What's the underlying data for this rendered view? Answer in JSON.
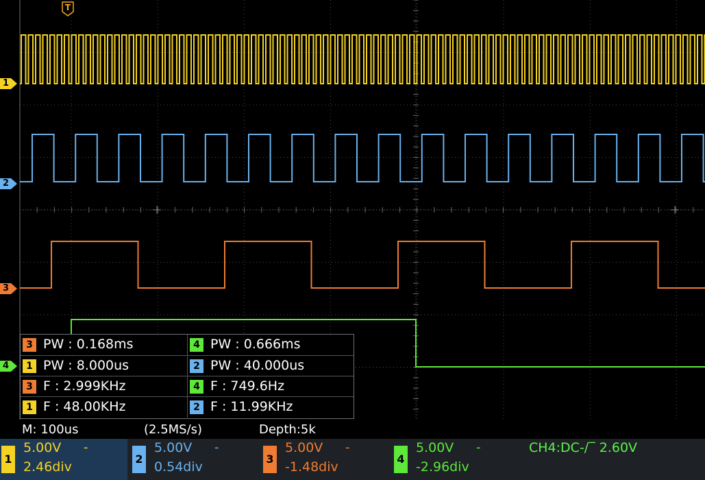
{
  "colors": {
    "ch1": "#f5d324",
    "ch2": "#69b2ef",
    "ch3": "#f07c33",
    "ch4": "#5ee83a",
    "grid": "#555555"
  },
  "trigger_marker": {
    "label": "T",
    "icon": "trigger-position-icon"
  },
  "channel_markers": [
    {
      "label": "1",
      "color": "#f5d324"
    },
    {
      "label": "2",
      "color": "#69b2ef"
    },
    {
      "label": "3",
      "color": "#f07c33"
    },
    {
      "label": "4",
      "color": "#5ee83a"
    }
  ],
  "measurements": [
    [
      {
        "ch": "3",
        "color": "#f07c33",
        "text": "PW : 0.168ms"
      },
      {
        "ch": "4",
        "color": "#5ee83a",
        "text": "PW : 0.666ms"
      }
    ],
    [
      {
        "ch": "1",
        "color": "#f5d324",
        "text": "PW : 8.000us"
      },
      {
        "ch": "2",
        "color": "#69b2ef",
        "text": "PW : 40.000us"
      }
    ],
    [
      {
        "ch": "3",
        "color": "#f07c33",
        "text": "F : 2.999KHz"
      },
      {
        "ch": "4",
        "color": "#5ee83a",
        "text": "F : 749.6Hz"
      }
    ],
    [
      {
        "ch": "1",
        "color": "#f5d324",
        "text": "F : 48.00KHz"
      },
      {
        "ch": "2",
        "color": "#69b2ef",
        "text": "F : 11.99KHz"
      }
    ]
  ],
  "status": {
    "timebase": "M: 100us",
    "sample_rate": "(2.5MS/s)",
    "depth": "Depth:5k"
  },
  "channels": [
    {
      "num": "1",
      "volts": "5.00V",
      "position": "2.46div",
      "coupling": "-",
      "color": "#f5d324",
      "bg": "#1e3956"
    },
    {
      "num": "2",
      "volts": "5.00V",
      "position": "0.54div",
      "coupling": "-",
      "color": "#69b2ef",
      "bg": "#1e2126"
    },
    {
      "num": "3",
      "volts": "5.00V",
      "position": "-1.48div",
      "coupling": "-",
      "color": "#f07c33",
      "bg": "#1e2126"
    },
    {
      "num": "4",
      "volts": "5.00V",
      "position": "-2.96div",
      "coupling": "-",
      "color": "#5ee83a",
      "bg": "#1e2126"
    }
  ],
  "trigger_info": "CH4:DC-∕‾ 2.60V"
}
